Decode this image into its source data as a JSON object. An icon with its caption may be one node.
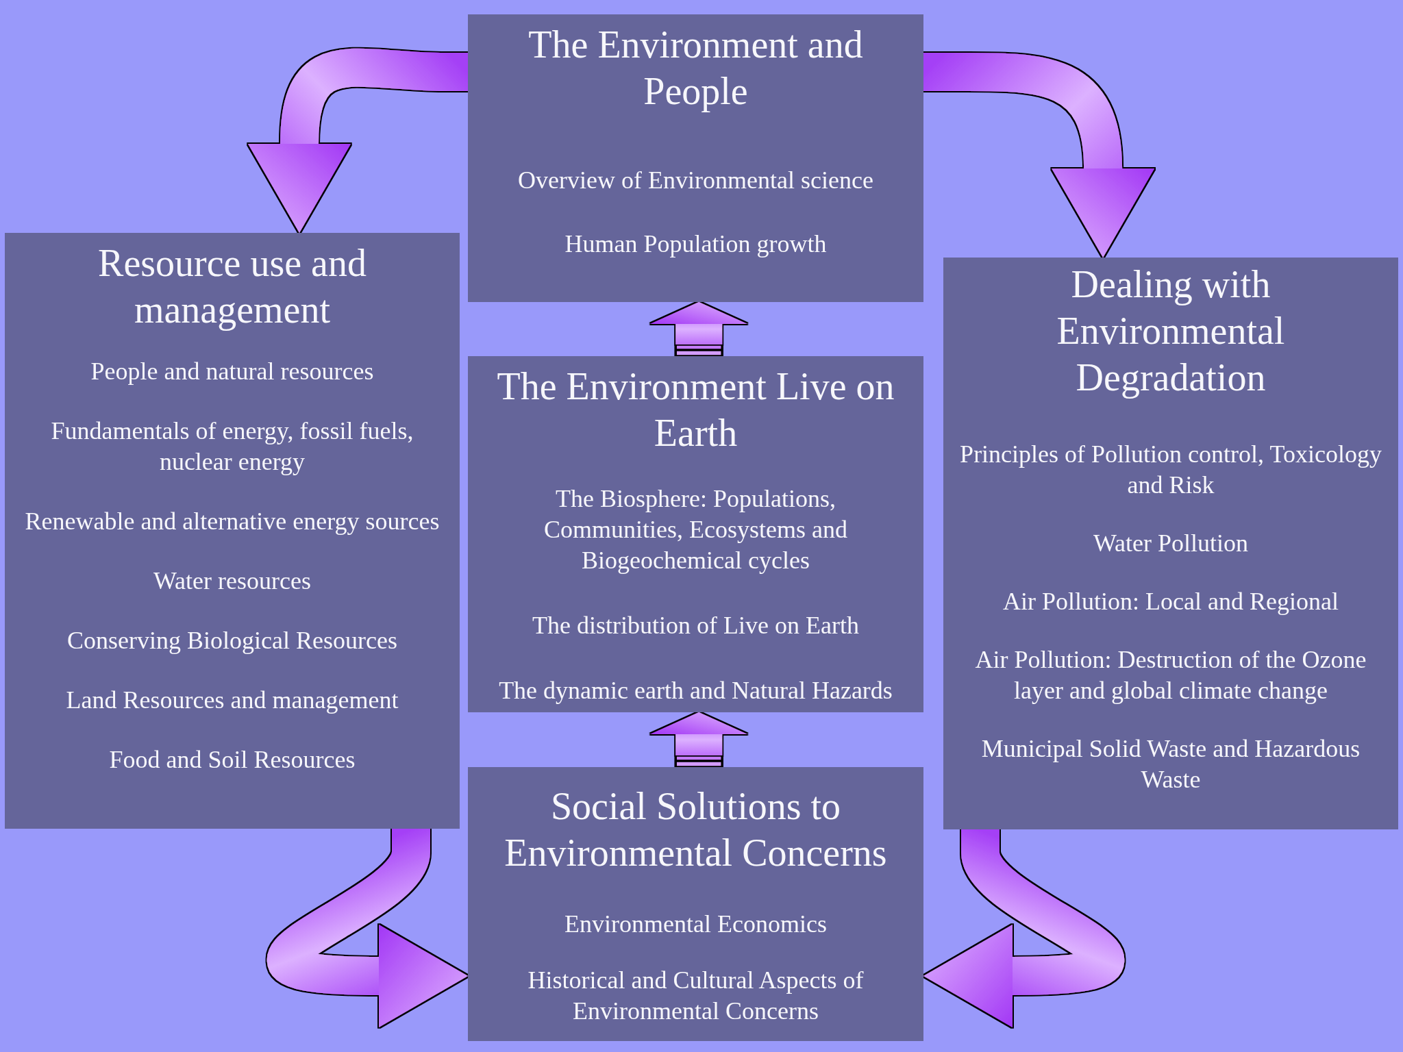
{
  "diagram": {
    "nodes": [
      {
        "text": [
          "The Environment and People",
          "Overview of Environmental science",
          "Human Population growth"
        ]
      },
      {
        "text": [
          "Resource use and management",
          "People and natural resources",
          "Fundamentals of energy, fossil fuels, nuclear energy",
          "Renewable and alternative energy sources",
          "Water resources",
          "Conserving Biological Resources",
          "Land Resources and management",
          "Food and Soil Resources"
        ]
      },
      {
        "text": [
          "The Environment Live on Earth",
          "The Biosphere: Populations, Communities, Ecosystems and Biogeochemical cycles",
          "The distribution of Live on Earth",
          "The dynamic earth and Natural Hazards"
        ]
      },
      {
        "text": [
          "Dealing with Environmental Degradation",
          "Principles of Pollution control, Toxicology and Risk",
          "Water Pollution",
          "Air Pollution: Local and Regional",
          "Air Pollution: Destruction of the Ozone layer and global climate change",
          "Municipal Solid Waste and Hazardous Waste"
        ]
      },
      {
        "text": [
          "Social Solutions to Environmental Concerns",
          "Environmental Economics",
          "Historical and Cultural Aspects of Environmental Concerns"
        ]
      }
    ],
    "edges": [
      {
        "from": 0,
        "to": 1,
        "arrow": "to"
      },
      {
        "from": 0,
        "to": 3,
        "arrow": "to"
      },
      {
        "from": 2,
        "to": 0,
        "arrow": "to"
      },
      {
        "from": 4,
        "to": 2,
        "arrow": "to"
      },
      {
        "from": 1,
        "to": 4,
        "arrow": "to"
      },
      {
        "from": 3,
        "to": 4,
        "arrow": "to"
      }
    ]
  }
}
